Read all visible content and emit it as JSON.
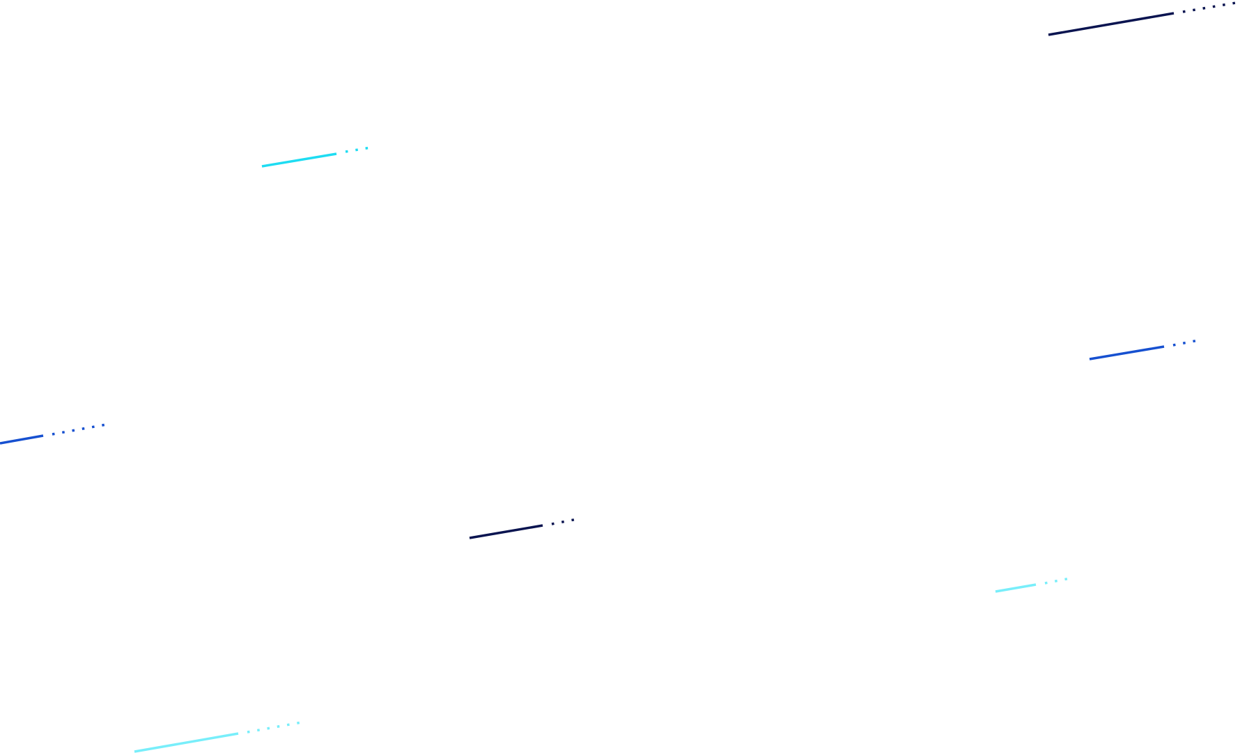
{
  "colors": {
    "background": "#ffffff",
    "navy": "#0a1450",
    "blue": "#1650d0",
    "cyan": "#1edcf2",
    "light_cyan": "#78eefa"
  },
  "streaks": [
    {
      "name": "streak-navy-top-right",
      "color": "navy"
    },
    {
      "name": "streak-cyan-upper-left",
      "color": "cyan"
    },
    {
      "name": "streak-blue-right",
      "color": "blue"
    },
    {
      "name": "streak-blue-left",
      "color": "blue"
    },
    {
      "name": "streak-navy-center",
      "color": "navy"
    },
    {
      "name": "streak-light-cyan-right",
      "color": "light_cyan"
    },
    {
      "name": "streak-light-cyan-bottom-left",
      "color": "light_cyan"
    }
  ]
}
